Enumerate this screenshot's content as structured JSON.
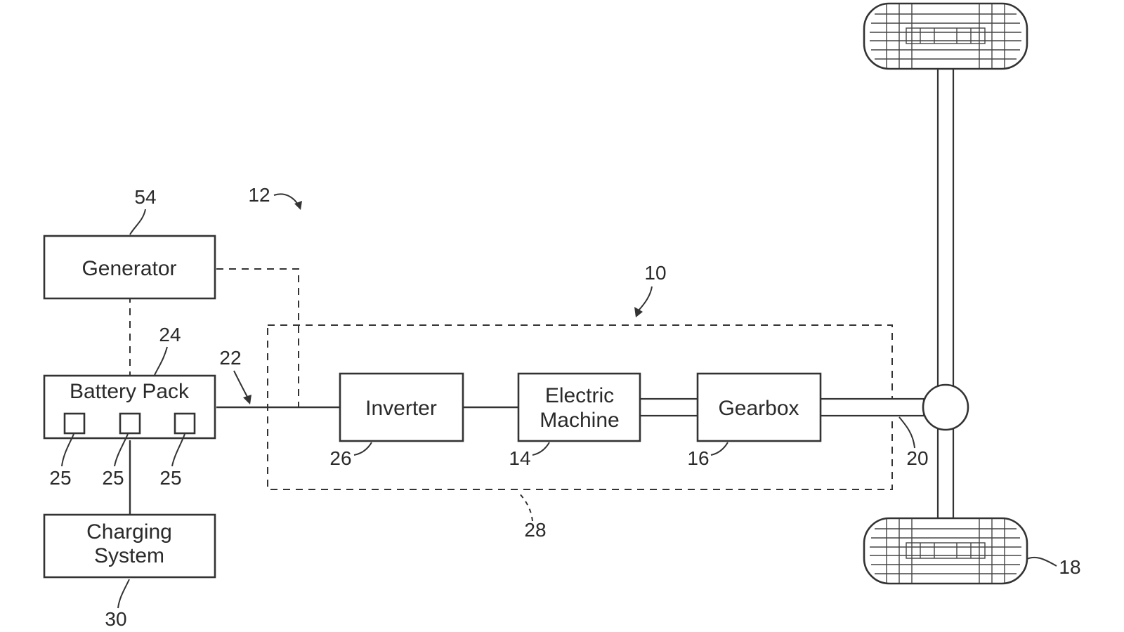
{
  "blocks": {
    "generator": {
      "label": "Generator",
      "ref": "54"
    },
    "battery_pack": {
      "label": "Battery Pack",
      "ref": "24"
    },
    "charging_system": {
      "line1": "Charging",
      "line2": "System",
      "ref": "30"
    },
    "inverter": {
      "label": "Inverter",
      "ref": "26"
    },
    "electric_machine": {
      "line1": "Electric",
      "line2": "Machine",
      "ref": "14"
    },
    "gearbox": {
      "label": "Gearbox",
      "ref": "16"
    }
  },
  "cells": [
    {
      "ref": "25"
    },
    {
      "ref": "25"
    },
    {
      "ref": "25"
    }
  ],
  "refs": {
    "vehicle": "12",
    "drive_unit": "10",
    "bus": "22",
    "housing": "28",
    "axle": "20",
    "wheel": "18"
  },
  "colors": {
    "line": "#333333",
    "text": "#2a2a2a",
    "background": "#ffffff"
  }
}
